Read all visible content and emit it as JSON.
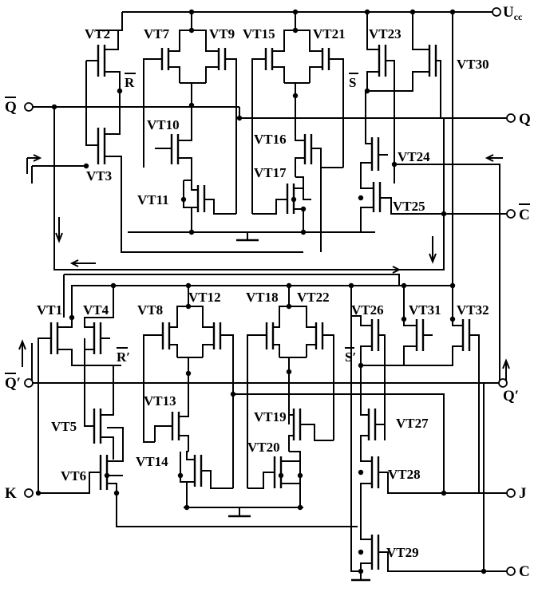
{
  "supply": {
    "main": "U",
    "sub": "cc"
  },
  "ports": {
    "q_bar": "Q",
    "q": "Q",
    "c_bar": "C",
    "q_prime_bar": "Q′",
    "q_prime": "Q′",
    "k": "K",
    "j": "J",
    "c": "C"
  },
  "nodes": {
    "r_bar_top": "R",
    "s_bar_top": "S",
    "r_bar_bottom": "R′",
    "s_bar_bottom": "S′"
  },
  "transistors": {
    "vt1": "VT1",
    "vt2": "VT2",
    "vt3": "VT3",
    "vt4": "VT4",
    "vt5": "VT5",
    "vt6": "VT6",
    "vt7": "VT7",
    "vt8": "VT8",
    "vt9": "VT9",
    "vt10": "VT10",
    "vt11": "VT11",
    "vt12": "VT12",
    "vt13": "VT13",
    "vt14": "VT14",
    "vt15": "VT15",
    "vt16": "VT16",
    "vt17": "VT17",
    "vt18": "VT18",
    "vt19": "VT19",
    "vt20": "VT20",
    "vt21": "VT21",
    "vt22": "VT22",
    "vt23": "VT23",
    "vt24": "VT24",
    "vt25": "VT25",
    "vt26": "VT26",
    "vt27": "VT27",
    "vt28": "VT28",
    "vt29": "VT29",
    "vt30": "VT30",
    "vt31": "VT31",
    "vt32": "VT32"
  }
}
